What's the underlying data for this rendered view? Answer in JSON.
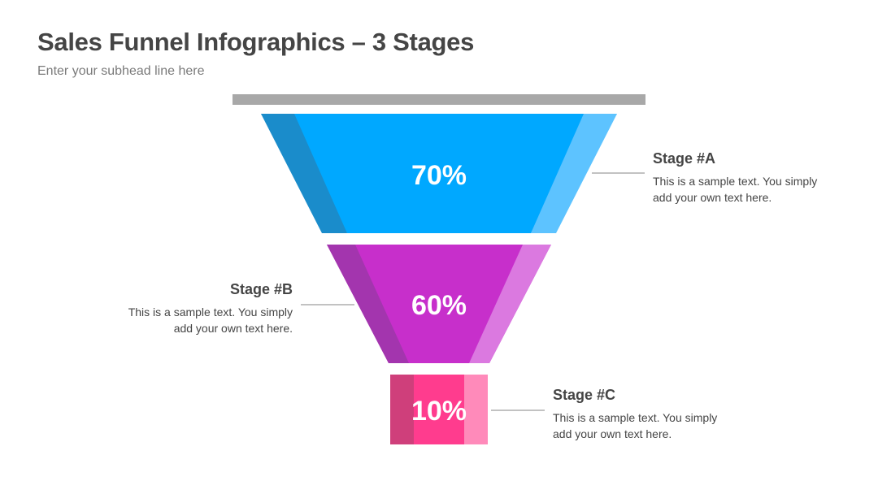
{
  "title": "Sales Funnel Infographics – 3 Stages",
  "subtitle": "Enter your subhead line here",
  "stages": [
    {
      "percent": "70%",
      "name": "Stage #A",
      "text": "This is a sample text. You simply add your own text here.",
      "colors": {
        "main": "#00A8FF",
        "dark": "#1A8CCB",
        "light": "#5DC3FF"
      }
    },
    {
      "percent": "60%",
      "name": "Stage #B",
      "text": "This is a sample text. You simply add your own text here.",
      "colors": {
        "main": "#C72FCB",
        "dark": "#A335AE",
        "light": "#DB79E0"
      }
    },
    {
      "percent": "10%",
      "name": "Stage #C",
      "text": "This is a sample text. You simply add your own text here.",
      "colors": {
        "main": "#FF3C8E",
        "dark": "#CF3F7B",
        "light": "#FF8ABA"
      }
    }
  ],
  "colors": {
    "top_bar": "#A8A8A8",
    "connector": "#9E9E9E",
    "text": "#454545"
  }
}
